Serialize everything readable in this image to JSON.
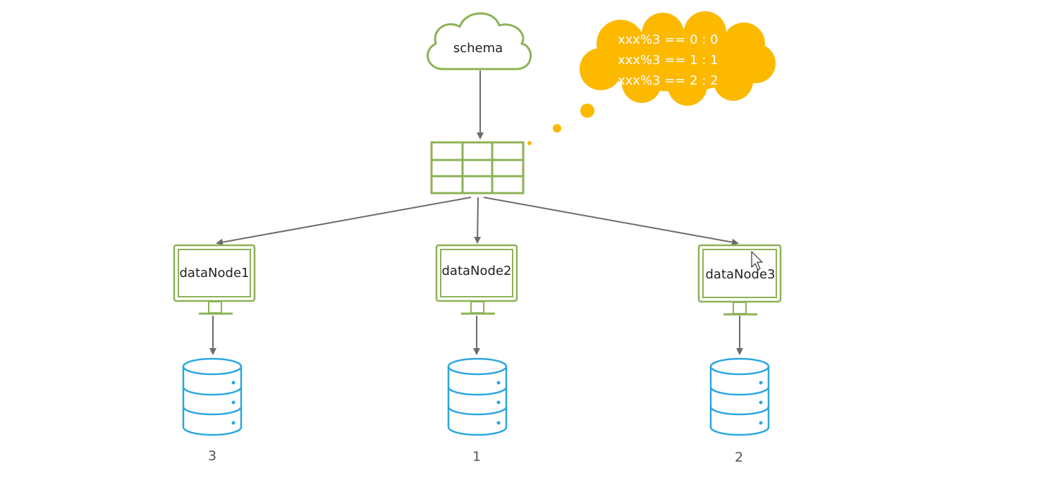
{
  "colors": {
    "green": "#8db255",
    "arrow": "#6b6b6b",
    "db_blue": "#2aa7e0",
    "thought": "#fcb900",
    "thought_text": "#ffffff"
  },
  "schema": {
    "label": "schema"
  },
  "thought": {
    "lines": [
      "xxx%3 == 0 : 0",
      "xxx%3 == 1 : 1",
      "xxx%3 == 2 : 2"
    ]
  },
  "nodes": [
    {
      "label": "dataNode1",
      "db_label": "3"
    },
    {
      "label": "dataNode2",
      "db_label": "1"
    },
    {
      "label": "dataNode3",
      "db_label": "2"
    }
  ],
  "icons": {
    "schema": "cloud-icon",
    "table": "table-grid-icon",
    "node": "monitor-icon",
    "database": "database-icon",
    "cursor": "mouse-cursor-icon"
  }
}
